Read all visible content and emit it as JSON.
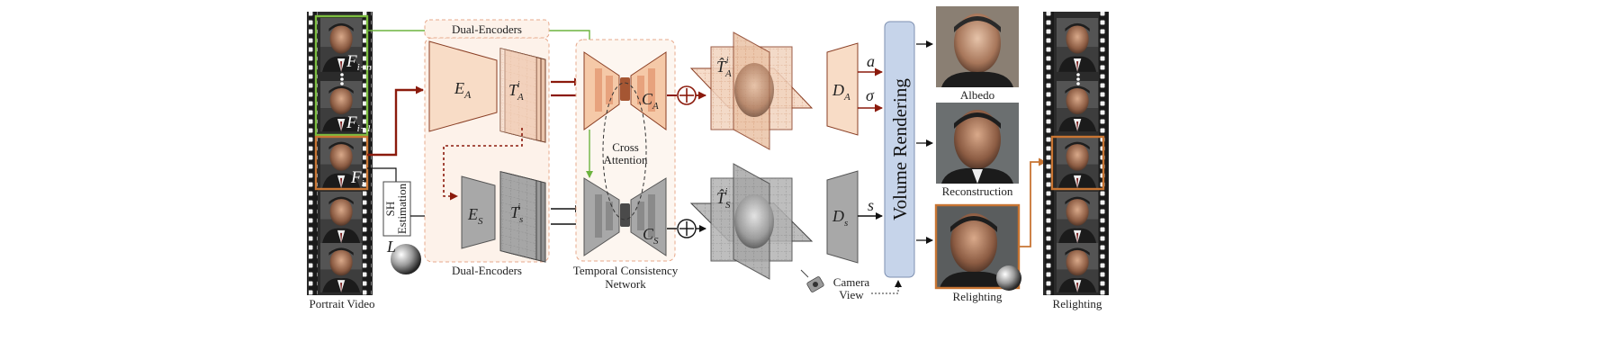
{
  "labels": {
    "portrait_video": "Portrait Video",
    "dual_encoders_top": "Dual-Encoders",
    "dual_encoders_bottom": "Dual-Encoders",
    "temporal_network_line1": "Temporal Consistency",
    "temporal_network_line2": "Network",
    "cross_attention_line1": "Cross",
    "cross_attention_line2": "Attention",
    "sh_estimation_line1": "SH",
    "sh_estimation_line2": "Estimation",
    "volume_rendering": "Volume Rendering",
    "camera_view_line1": "Camera",
    "camera_view_line2": "View",
    "albedo": "Albedo",
    "reconstruction": "Reconstruction",
    "relighting_output": "Relighting",
    "relighting_strip": "Relighting"
  },
  "symbols": {
    "frame_i_minus_n": "F",
    "frame_i_minus_n_sub": "i−n",
    "frame_i_minus_1": "F",
    "frame_i_minus_1_sub": "i−1",
    "frame_i": "F",
    "frame_i_sub": "i",
    "light": "L",
    "encoder_albedo": "E",
    "encoder_albedo_sub": "A",
    "encoder_shading": "E",
    "encoder_shading_sub": "S",
    "triplane_albedo": "T",
    "triplane_albedo_sub": "A",
    "triplane_albedo_sup": "i",
    "triplane_shading": "T",
    "triplane_shading_sub": "s",
    "triplane_shading_sup": "i",
    "consistency_albedo": "C",
    "consistency_albedo_sub": "A",
    "consistency_shading": "C",
    "consistency_shading_sub": "S",
    "refined_albedo": "T̂",
    "refined_albedo_sub": "A",
    "refined_albedo_sup": "i",
    "refined_shading": "T̂",
    "refined_shading_sub": "S",
    "refined_shading_sup": "i",
    "decoder_albedo": "D",
    "decoder_albedo_sub": "A",
    "decoder_shading": "D",
    "decoder_shading_sub": "s",
    "output_a": "a",
    "output_sigma": "σ",
    "output_s": "s"
  },
  "colors": {
    "albedo_fill": "#f8dcc6",
    "albedo_stroke": "#8a3f25",
    "shading_fill": "#a8a8a8",
    "shading_stroke": "#555555",
    "red_arrow": "#8b1a0c",
    "green_line": "#6db33f",
    "green_frame": "#7cbd3f",
    "orange_frame": "#c87533",
    "volume_fill": "#c6d4ea",
    "volume_stroke": "#7d8fb0",
    "dashed_group": "#e7a98c"
  }
}
